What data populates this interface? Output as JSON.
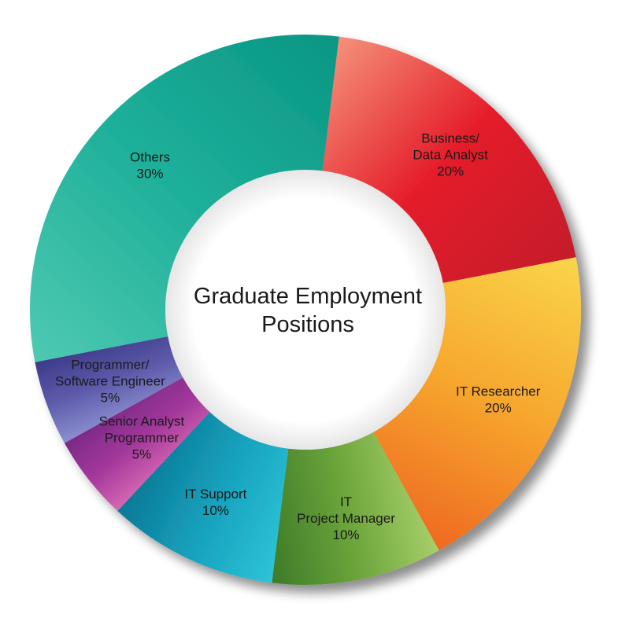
{
  "chart_data": {
    "type": "pie",
    "title": "Graduate Employment Positions",
    "title_lines": [
      "Graduate Employment",
      "Positions"
    ],
    "slices": [
      {
        "label_lines": [
          "Business/",
          "Data Analyst"
        ],
        "value": 20,
        "value_label": "20%",
        "colors": [
          "#f4917a",
          "#e51d2a",
          "#c41b2b"
        ]
      },
      {
        "label_lines": [
          "IT Researcher"
        ],
        "value": 20,
        "value_label": "20%",
        "colors": [
          "#fad54a",
          "#f7a72e",
          "#ee6a22"
        ]
      },
      {
        "label_lines": [
          "IT",
          "Project Manager"
        ],
        "value": 10,
        "value_label": "10%",
        "colors": [
          "#a8cf6a",
          "#6aa43a",
          "#3d7a28"
        ]
      },
      {
        "label_lines": [
          "IT Support"
        ],
        "value": 10,
        "value_label": "10%",
        "colors": [
          "#2ec4d8",
          "#16a2bd",
          "#0b7896"
        ]
      },
      {
        "label_lines": [
          "Senior Analyst",
          "Programmer"
        ],
        "value": 5,
        "value_label": "5%",
        "colors": [
          "#d667b3",
          "#a2379a",
          "#7a2a86"
        ]
      },
      {
        "label_lines": [
          "Programmer/",
          "Software Engineer"
        ],
        "value": 5,
        "value_label": "5%",
        "colors": [
          "#8b8fd0",
          "#5d5aaa",
          "#3d3a8a"
        ]
      },
      {
        "label_lines": [
          "Others"
        ],
        "value": 30,
        "value_label": "30%",
        "colors": [
          "#4fc9b2",
          "#1eb09a",
          "#0a9684"
        ]
      }
    ]
  }
}
